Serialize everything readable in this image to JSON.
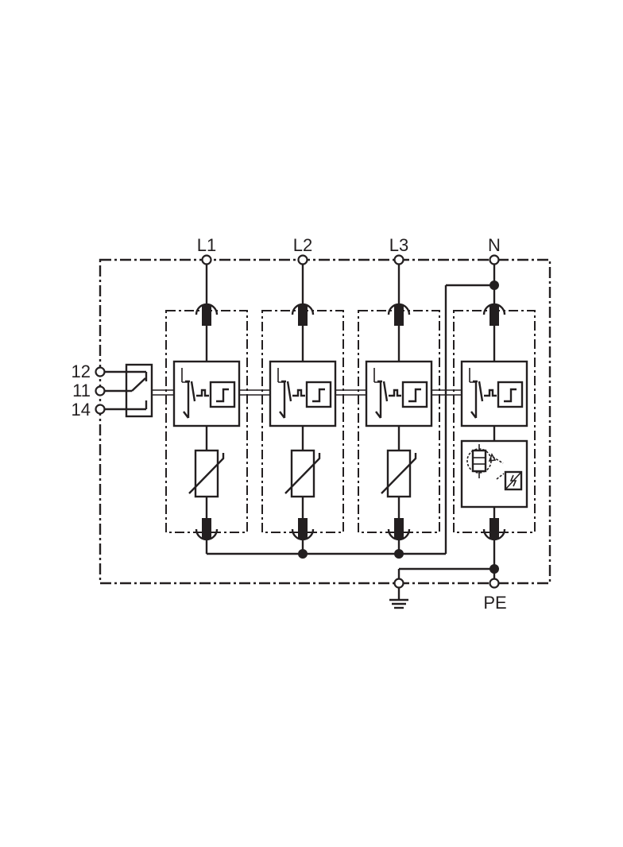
{
  "terminals": {
    "top": [
      "L1",
      "L2",
      "L3",
      "N"
    ],
    "contact": [
      "12",
      "11",
      "14"
    ],
    "pe": "PE"
  },
  "icons": {
    "ground": "ground-icon",
    "varistor": "varistor-icon",
    "spark_gap": "spark-gap-icon",
    "disconnector": "thermal-disconnector-icon",
    "fuse": "fuse-icon",
    "signal_contact": "changeover-contact-icon"
  },
  "colors": {
    "line": "#231f20",
    "background": "#ffffff"
  }
}
